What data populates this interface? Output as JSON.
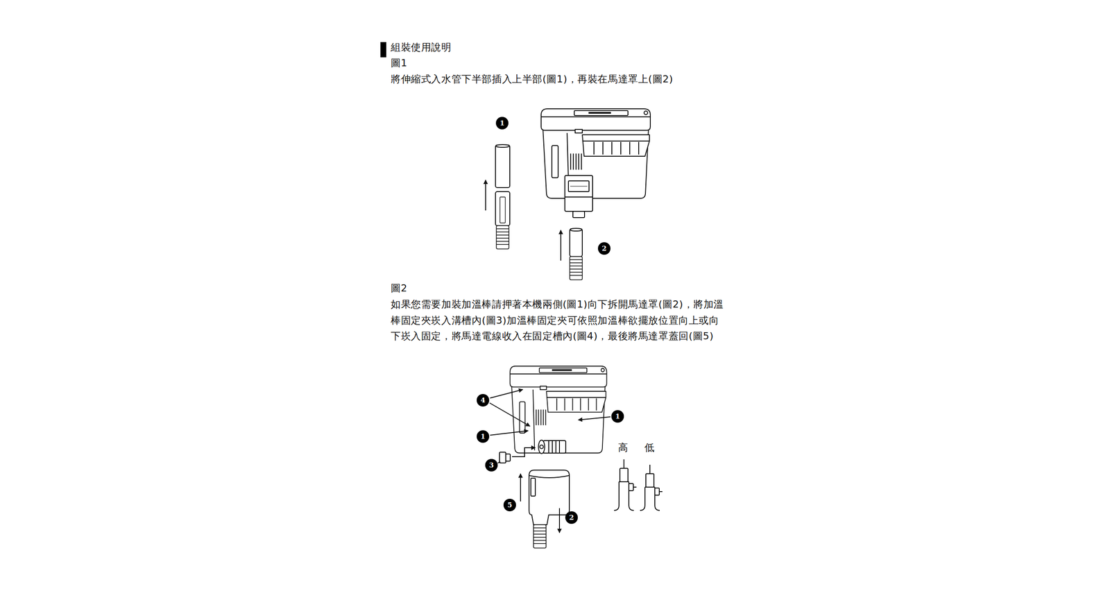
{
  "diagram": {
    "title": "組裝使用說明",
    "nodes": [
      {
        "text": [
          "1"
        ]
      },
      {
        "text": [
          "2"
        ]
      },
      {
        "text": [
          "4"
        ]
      },
      {
        "text": [
          "1"
        ]
      },
      {
        "text": [
          "1"
        ]
      },
      {
        "text": [
          "3"
        ]
      },
      {
        "text": [
          "5"
        ]
      },
      {
        "text": [
          "2"
        ]
      }
    ],
    "labels": [
      "圖1",
      "將伸縮式入水管下半部插入上半部(圖1)，再裝在馬達罩上(圖2)",
      "圖2",
      "如果您需要加裝加溫棒請押著本機兩側(圖1)向下拆開馬達罩(圖2)，將加溫棒固定夾崁入溝槽內(圖3)加溫棒固定夾可依照加溫棒欲擺放位置向上或向下崁入固定，將馬達電線收入在固定槽內(圖4)，最後將馬達罩蓋回(圖5)",
      "高",
      "低"
    ]
  }
}
